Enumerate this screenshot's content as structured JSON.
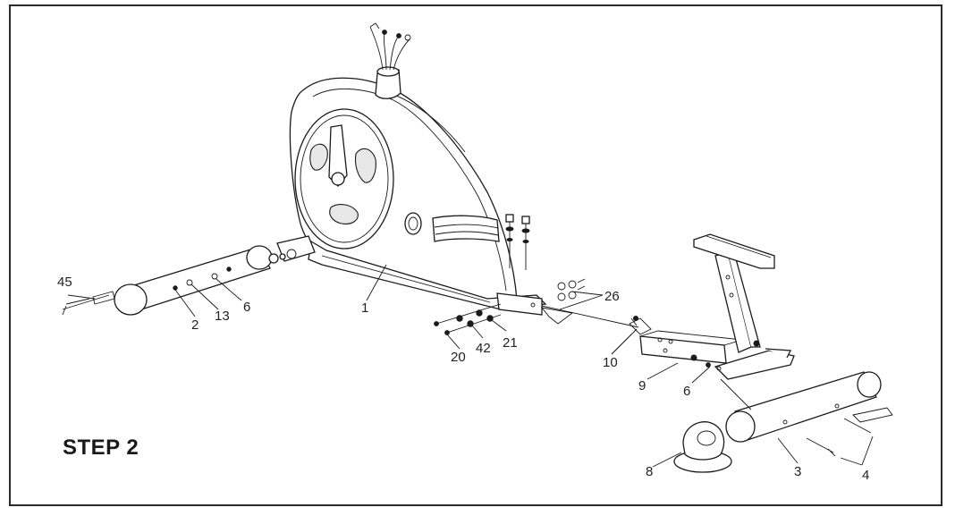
{
  "step": {
    "title": "STEP 2"
  },
  "callouts": {
    "c45": "45",
    "c2": "2",
    "c13": "13",
    "c6a": "6",
    "c1": "1",
    "c26": "26",
    "c20": "20",
    "c42": "42",
    "c21": "21",
    "c10": "10",
    "c9": "9",
    "c6b": "6",
    "c8": "8",
    "c3": "3",
    "c4": "4"
  }
}
